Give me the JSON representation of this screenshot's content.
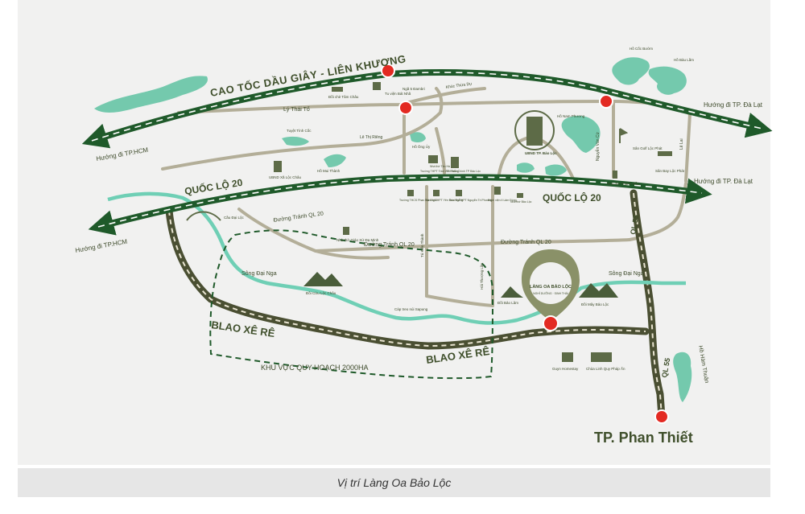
{
  "caption": "Vị trí Làng Oa Bảo Lộc",
  "colors": {
    "highway": "#1f5a2a",
    "road": "#b3ae98",
    "major_road": "#4a4f32",
    "river": "#6fcfb5",
    "water": "#74c9ad",
    "marker": "#e32a22",
    "pin": "#8a9168",
    "text": "#3d4a2a"
  },
  "roads": {
    "expressway": "CAO TỐC DẦU GIÂY - LIÊN KHƯƠNG",
    "ql20_left": "QUỐC LỘ 20",
    "ql20_right": "QUỐC LỘ 20",
    "ly_thai_to": "Lý Thái Tổ",
    "le_thi_rieng": "Lê Thị Riêng",
    "khuc_thua_du": "Khúc Thừa Dụ",
    "nguyen_van_cu": "Nguyễn Văn Cừ",
    "ly_lai": "Lê Lai",
    "duong_tranh_ql20_a": "Đường Tránh QL 20",
    "duong_tranh_ql20_b": "Đường Tránh QL 20",
    "duong_tranh_ql20_c": "Đường Tránh QL 20",
    "tu_kien_thanh": "Tú Kiến Thành",
    "hai_thuong": "Hải Thượng Lãn",
    "ql55_a": "QL 55",
    "ql55_b": "QL 55",
    "blao_xe_re_a": "BLAO XÊ RÊ",
    "blao_xe_re_b": "BLAO XÊ RÊ"
  },
  "directions": {
    "hcm_top": "Hướng đi TP.HCM",
    "hcm_bottom": "Hướng đi TP.HCM",
    "dalat_top": "Hướng đi TP. Đà Lạt",
    "dalat_mid": "Hướng đi TP. Đà Lạt"
  },
  "places": {
    "tu_vien": "Tu viện Bát Nhã",
    "doi_che": "Đồi chè Tâm Châu",
    "nga5": "Ngã 5 Đambri",
    "ho_ong_uy": "Hồ Ông Ủy",
    "tuyet_tinh_coc": "Tuyệt Tình Cốc",
    "ho_nam_phuong": "Hồ Nam Phương",
    "ubnd_tp": "UBND TP. Bảo Lộc",
    "ho_mui_thanh": "Hồ Mui Thành",
    "ho_coc_buom": "Hồ Cốc Bườm",
    "ho_bau_lam": "Hồ Bàu Lầm",
    "san_golf": "Sân Golf Lộc Phát",
    "nha_tho": "Nhà thờ Thánh Mẫu",
    "san_bay": "Sân Bay Lộc Phát",
    "ubnd_loc_chau": "UBND Xã Lộc Châu",
    "cau_dai_loc": "Cầu Đại Lộc",
    "nha_tho_giao_xu": "Nhà thờ Giáo Xứ Đa Minh",
    "song_dai_nga_left": "Sông Đại Nga",
    "song_dai_nga_right": "Sông Đại Nga",
    "doi_cau_loc_chau": "Đồi Cừu Lộc Châu",
    "cap_treo": "Cáp treo núi Sapung",
    "doi_may": "Đồi Mây Bảo Lộc",
    "doi_bao_lam": "Đồi Bảo Lâm",
    "khu_vuc": "KHU VỰC QUY HOẠCH 2000HA",
    "guyn": "Guyn Homestay",
    "chua_linh_quy": "Chùa Linh Quy Pháp Ấn",
    "ho_ham_thuan": "Hồ Hàm Thuận",
    "tp_phan_thiet": "TP. Phan Thiết",
    "truong_thcs": "Trường THCS Phan Bội Châu",
    "truong_thpt": "Trường THPT Yên Đức Thắng",
    "truong_nguyen": "Trường THPT Nguyễn Tri Phương",
    "benh_vien": "Bệnh viện II Lâm Đồng",
    "nha_tho_bao_loc": "Nhà thờ Bảo Lộc",
    "truong_tran": "Trường THPT Trần Văn Thắng",
    "nha_tho_tan_ha": "Nhà thờ Tân Hà",
    "tt_hanh": "TT Hành Chính TP Bảo Lộc"
  },
  "pin": {
    "title": "LÀNG OA BẢO LỘC",
    "subtitle": "NGHỈ DƯỠNG · SINH THÁI"
  }
}
